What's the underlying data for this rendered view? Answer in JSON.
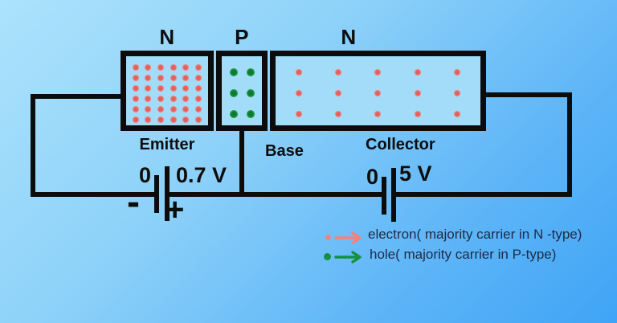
{
  "diagram": {
    "regions": {
      "emitter": {
        "type_label": "N",
        "name_label": "Emitter",
        "dots": {
          "rows": 6,
          "cols": 6,
          "size": 8,
          "color_outer": "#f0837e",
          "color_center": "#e2605d",
          "dot_name": "electron-dot"
        }
      },
      "base": {
        "type_label": "P",
        "name_label": "Base",
        "dots": {
          "rows": 3,
          "cols": 2,
          "size": 10,
          "color_outer": "#1d9c47",
          "color_center": "#0e7a31",
          "dot_name": "hole-dot"
        }
      },
      "collector": {
        "type_label": "N",
        "name_label": "Collector",
        "dots": {
          "rows": 3,
          "cols": 5,
          "size": 8,
          "color_outer": "#f0837e",
          "color_center": "#e2605d",
          "dot_name": "electron-dot"
        }
      }
    },
    "batteries": {
      "emitter_base": {
        "left_value": "0",
        "right_value": "0.7 V",
        "negative_sign": "-",
        "positive_sign": "+"
      },
      "collector_base": {
        "left_value": "0",
        "right_value": "5 V"
      }
    },
    "legend": {
      "items": [
        {
          "name": "electron",
          "color": "#f5817c",
          "label": "electron( majority carrier in N -type)"
        },
        {
          "name": "hole",
          "color": "#149140",
          "label": "hole( majority carrier in P-type)"
        }
      ]
    },
    "colors": {
      "background_top_left": "#ace2fc",
      "background_bottom_right": "#3fa4f6",
      "wire": "#0c0c0c",
      "region_fill": "#a3dcf9",
      "label_text": "#0d0d0d",
      "legend_text": "#1e2a45"
    }
  }
}
